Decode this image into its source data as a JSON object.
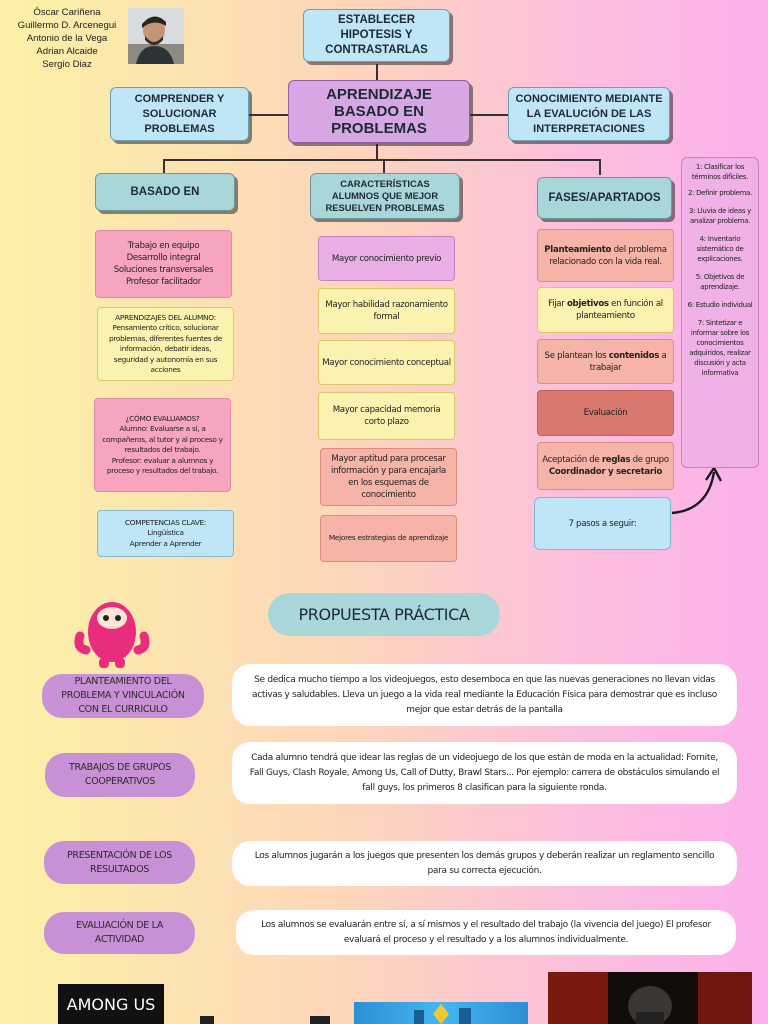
{
  "authors": [
    "Óscar Cariñena",
    "Guillermo D. Arcenegui",
    "Antonio de la Vega",
    "Adrian Alcaide",
    "Sergio Diaz"
  ],
  "top": {
    "hypothesis": "ESTABLECER HIPOTESIS Y CONTRASTARLAS",
    "title": "APRENDIZAJE BASADO EN PROBLEMAS",
    "left": "COMPRENDER Y SOLUCIONAR PROBLEMAS",
    "right": "CONOCIMIENTO MEDIANTE LA EVALUCIÓN DE LAS INTERPRETACIONES"
  },
  "col1": {
    "header": "BASADO EN",
    "box1": [
      "Trabajo en equipo",
      "Desarrollo integral",
      "Soluciones transversales",
      "Profesor facilitador"
    ],
    "box2": "APRENDIZAJES DEL ALUMNO: Pensamiento crítico, solucionar problemas, diferentes fuentes de información, debatir ideas, seguridad y autonomía en sus acciones",
    "box3_title": "¿CÓMO EVALUAMOS?",
    "box3_a": "Alumno: Evaluarse a sí, a compañeros, al tutor y al proceso y resultados del trabajo.",
    "box3_b": "Profesor: evaluar a alumnos y proceso y resultados del trabajo.",
    "box4": [
      "COMPETENCIAS CLAVE:",
      "Lingüística",
      "Aprender a Aprender"
    ]
  },
  "col2": {
    "header": "CARACTERÍSTICAS ALUMNOS QUE MEJOR RESUELVEN PROBLEMAS",
    "items": [
      "Mayor conocimiento previo",
      "Mayor habilidad razonamiento formal",
      "Mayor conocimiento conceptual",
      "Mayor capacidad memoria corto plazo",
      "Mayor aptitud para procesar información y para encajarla en los esquemas de conocimiento",
      "Mejores estrategias de aprendizaje"
    ]
  },
  "col3": {
    "header": "FASES/APARTADOS",
    "p1_bold": "Planteamiento",
    "p1_rest": " del problema relacionado con la vida real.",
    "p2_a": "Fijar ",
    "p2_bold": "objetivos",
    "p2_b": " en función al planteamiento",
    "p3_a": "Se plantean los ",
    "p3_bold": "contenidos",
    "p3_b": " a trabajar",
    "p4": "Evaluación",
    "p5_a": "Aceptación de ",
    "p5_bold": "reglas",
    "p5_b": " de grupo",
    "p5_bold2": "Coordinador y secretario",
    "p6": "7 pasos a seguir:"
  },
  "steps": [
    "1: Clasificar los términos difíciles.",
    "2: Definir problema.",
    "3: Lluvia de ideas y analizar problema.",
    "4: Inventario sistemático de explicaciones.",
    "5: Objetivos de aprendizaje.",
    "6: Estudio individual",
    "7: Sintetizar e informar sobre los conocimientos adquiridos, realizar discusión y acta informativa"
  ],
  "propuesta": {
    "title": "PROPUESTA PRÁCTICA",
    "rows": [
      {
        "label": "PLANTEAMIENTO DEL PROBLEMA Y VINCULACIÓN CON EL CURRICULO",
        "text": "Se dedica mucho tiempo a los videojuegos, esto desemboca en que las nuevas generaciones no llevan vidas activas y saludables. Lleva un juego a la vida real mediante la Educación Física para demostrar que es incluso mejor que estar detrás de la pantalla"
      },
      {
        "label": "TRABAJOS DE GRUPOS COOPERATIVOS",
        "text": "Cada alumno tendrá que idear las reglas de un videojuego de los que están de moda en la actualidad: Fornite, Fall Guys, Clash Royale, Among Us, Call of Dutty, Brawl Stars... Por ejemplo: carrera de obstáculos simulando el fall guys, los primeros 8 clasifican para la siguiente ronda."
      },
      {
        "label": "PRESENTACIÓN DE LOS RESULTADOS",
        "text": "Los alumnos jugarán a los juegos que presenten los demás grupos y deberán realizar un reglamento sencillo para su correcta ejecución."
      },
      {
        "label": "EVALUACIÓN DE LA ACTIVIDAD",
        "text": "Los alumnos se evaluarán entre sí, a sí mismos y el resultado del trabajo (la vivencia del juego) El profesor evaluará el proceso y el resultado y a los alumnos individualmente."
      }
    ]
  },
  "bottom": {
    "among_us": "AMONG US"
  }
}
